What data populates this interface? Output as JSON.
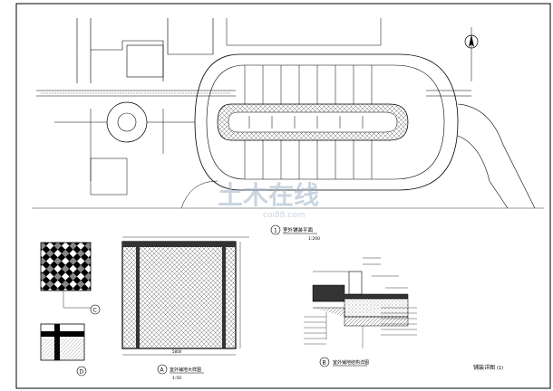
{
  "drawing": {
    "title_block_text": "铺装详图",
    "title_block_suffix": "(1)"
  },
  "plan": {
    "marker": "1",
    "title": "室外铺装平面",
    "scale": "1:200",
    "north_symbol": "north-arrow-icon"
  },
  "detail_c": {
    "marker": "C"
  },
  "detail_d": {
    "marker": "D"
  },
  "detail_a": {
    "marker": "A",
    "title": "室外铺地大样图",
    "scale": "1:50",
    "dim_bottom": "5800"
  },
  "detail_b": {
    "marker": "B",
    "title": "室外铺地结构详图"
  },
  "watermark": {
    "text": "土木在线",
    "sub": "coi88.com"
  },
  "colors": {
    "line": "#000000",
    "red_text": "#cc0000",
    "watermark": "#9fb4c8"
  }
}
